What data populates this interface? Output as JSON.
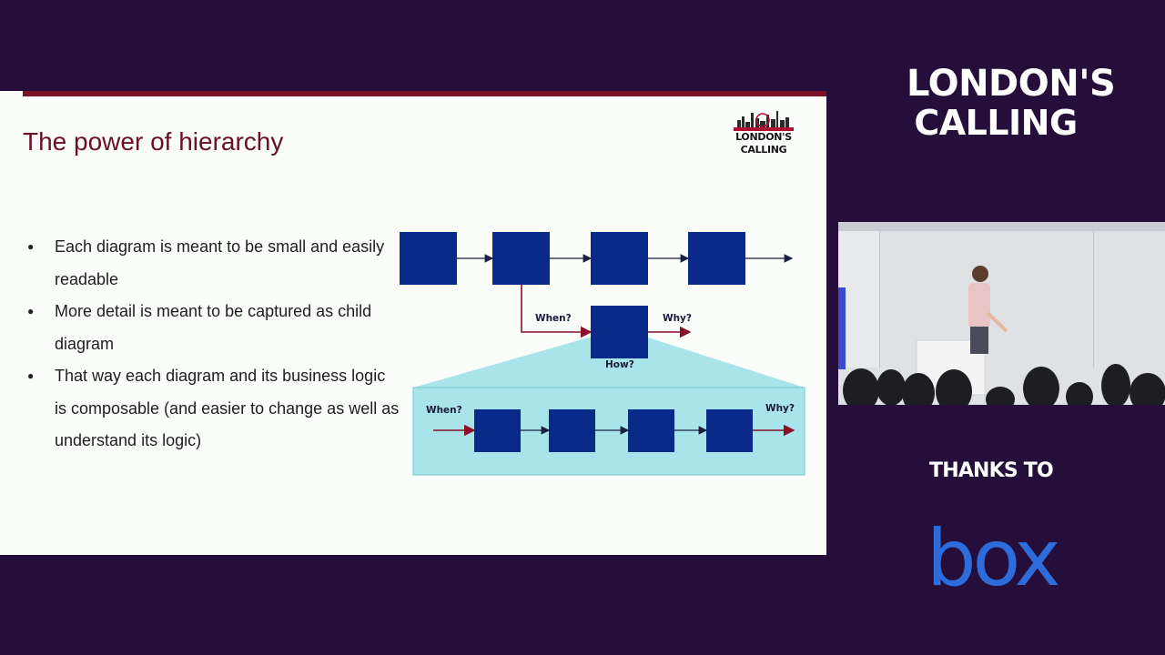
{
  "slide": {
    "title": "The power of hierarchy",
    "logo_line1": "LONDON'S",
    "logo_line2": "CALLING",
    "bullets": [
      "Each diagram is meant to be small and easily readable",
      "More detail is meant to be captured as child diagram",
      "That way each diagram and its business logic is composable (and easier to change as well as understand its logic)"
    ],
    "diagram": {
      "when_label": "When?",
      "why_label": "Why?",
      "how_label": "How?",
      "child_when_label": "When?",
      "child_why_label": "Why?"
    }
  },
  "event": {
    "name_line1": "LONDON'S",
    "name_line2": "CALLING"
  },
  "sponsor": {
    "label": "THANKS TO",
    "name": "box"
  },
  "colors": {
    "background": "#250e3a",
    "slide_accent": "#7b1228",
    "box_fill": "#0a2a8a",
    "child_panel": "#a8e4ea",
    "sponsor_blue": "#2d6ddb"
  }
}
